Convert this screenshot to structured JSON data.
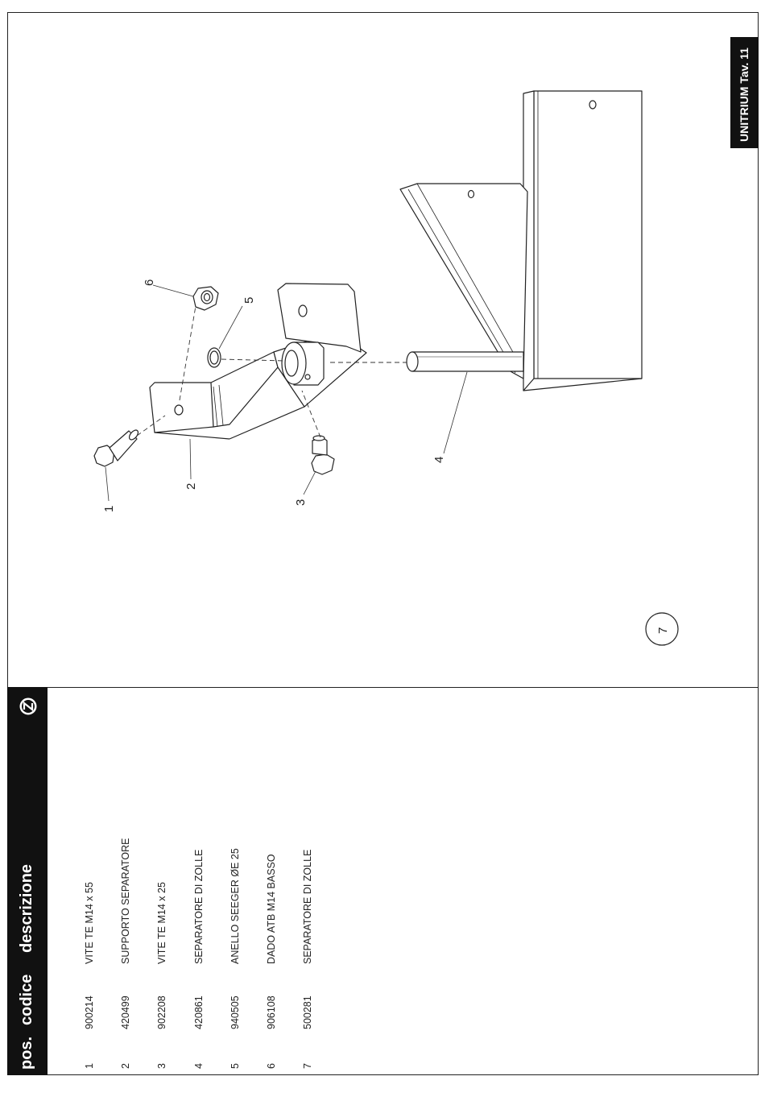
{
  "header": {
    "col_pos": "pos.",
    "col_codice": "codice",
    "col_descrizione": "descrizione"
  },
  "sheet_label": "UNITRIUM Tav. 11",
  "parts": [
    {
      "pos": "1",
      "codice": "900214",
      "descrizione": "VITE TE M14 x 55"
    },
    {
      "pos": "2",
      "codice": "420499",
      "descrizione": "SUPPORTO SEPARATORE"
    },
    {
      "pos": "3",
      "codice": "902208",
      "descrizione": "VITE TE M14 x 25"
    },
    {
      "pos": "4",
      "codice": "420861",
      "descrizione": "SEPARATORE DI ZOLLE"
    },
    {
      "pos": "5",
      "codice": "940505",
      "descrizione": "ANELLO SEEGER ØE 25"
    },
    {
      "pos": "6",
      "codice": "906108",
      "descrizione": "DADO ATB  M14 BASSO"
    },
    {
      "pos": "7",
      "codice": "500281",
      "descrizione": "SEPARATORE DI ZOLLE"
    }
  ],
  "callouts": {
    "c1": "1",
    "c2": "2",
    "c3": "3",
    "c4": "4",
    "c5": "5",
    "c6": "6",
    "c7": "7"
  }
}
